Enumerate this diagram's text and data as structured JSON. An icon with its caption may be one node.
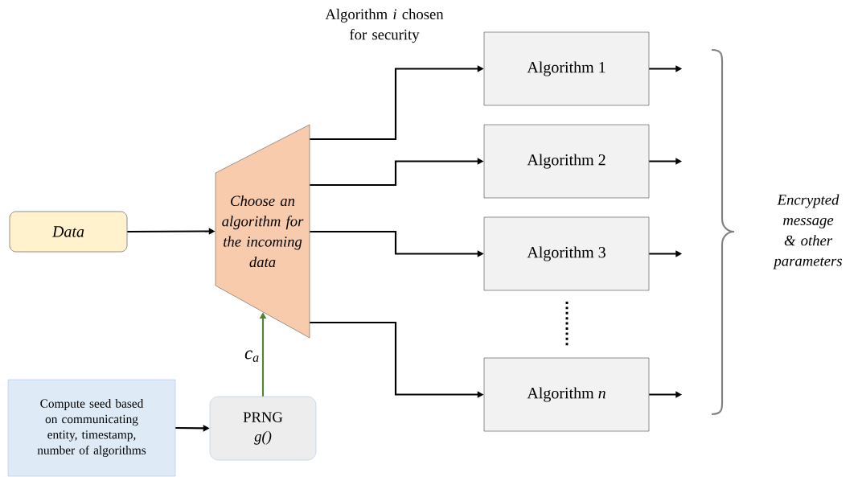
{
  "diagram": {
    "nodes": [
      {
        "text": [
          "Data"
        ]
      },
      {
        "text": [
          "Choose an algorithm for the incoming data"
        ]
      },
      {
        "text": [
          "Algorithm 1"
        ]
      },
      {
        "text": [
          "Algorithm 2"
        ]
      },
      {
        "text": [
          "Algorithm 3"
        ]
      },
      {
        "text": [
          "Algorithm *n*"
        ]
      },
      {
        "text": [
          "Compute seed based on communicating entity, timestamp, number of algorithms"
        ]
      },
      {
        "text": [
          "PRNG",
          "g()"
        ]
      }
    ],
    "edges": [
      {
        "from": 0,
        "to": 1,
        "arrow": "to"
      },
      {
        "from": 1,
        "to": 2,
        "arrow": "to"
      },
      {
        "from": 1,
        "to": 3,
        "arrow": "to"
      },
      {
        "from": 1,
        "to": 4,
        "arrow": "to"
      },
      {
        "from": 1,
        "to": 5,
        "arrow": "to"
      },
      {
        "from": 6,
        "to": 7,
        "arrow": "to"
      },
      {
        "from": 7,
        "to": 1,
        "arrow": "to",
        "label": "c$_{a}$",
        "color": "#548235"
      },
      {
        "from": 2,
        "to": null,
        "arrow": "to"
      },
      {
        "from": 3,
        "to": null,
        "arrow": "to"
      },
      {
        "from": 4,
        "to": null,
        "arrow": "to"
      },
      {
        "from": 5,
        "to": null,
        "arrow": "to"
      }
    ],
    "labels": [
      "Algorithm *i* chosen for security",
      "Encrypted message & other parameters"
    ]
  }
}
